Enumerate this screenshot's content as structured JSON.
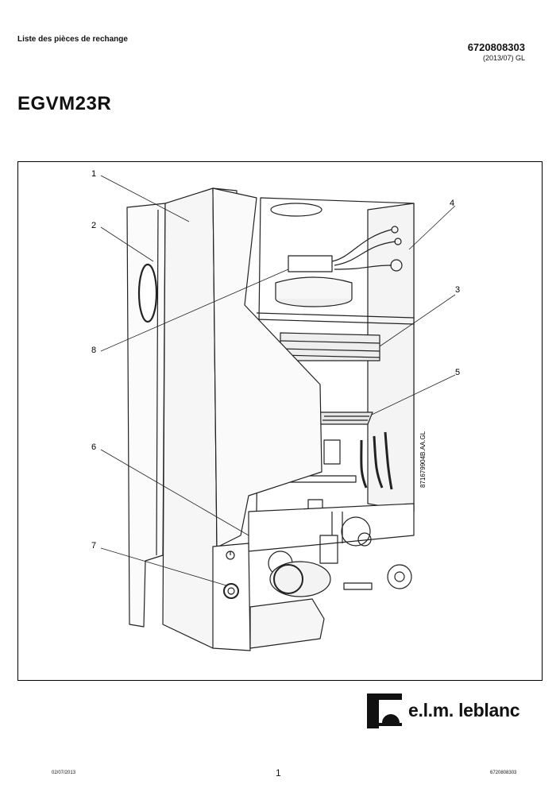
{
  "header": {
    "left_title": "Liste des pièces de rechange",
    "doc_number": "6720808303",
    "revision": "(2013/07) GL"
  },
  "model": "EGVM23R",
  "figure": {
    "callouts": [
      "1",
      "2",
      "3",
      "4",
      "5",
      "6",
      "7",
      "8"
    ],
    "drawing_code": "871679904B.AA.GL"
  },
  "brand": {
    "name": "e.l.m. leblanc"
  },
  "footer": {
    "date": "02/07/2013",
    "page": "1",
    "ref": "6720808303"
  }
}
